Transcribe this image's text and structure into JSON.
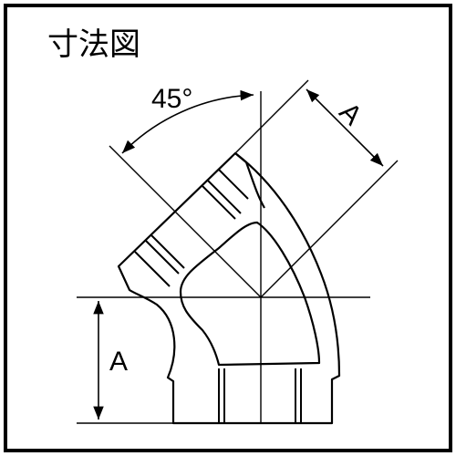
{
  "title": "寸法図",
  "angle_label": "45°",
  "dim_label_top": "A",
  "dim_label_left": "A",
  "colors": {
    "line": "#000000",
    "body_fill": "#ffffff",
    "background": "#ffffff"
  }
}
